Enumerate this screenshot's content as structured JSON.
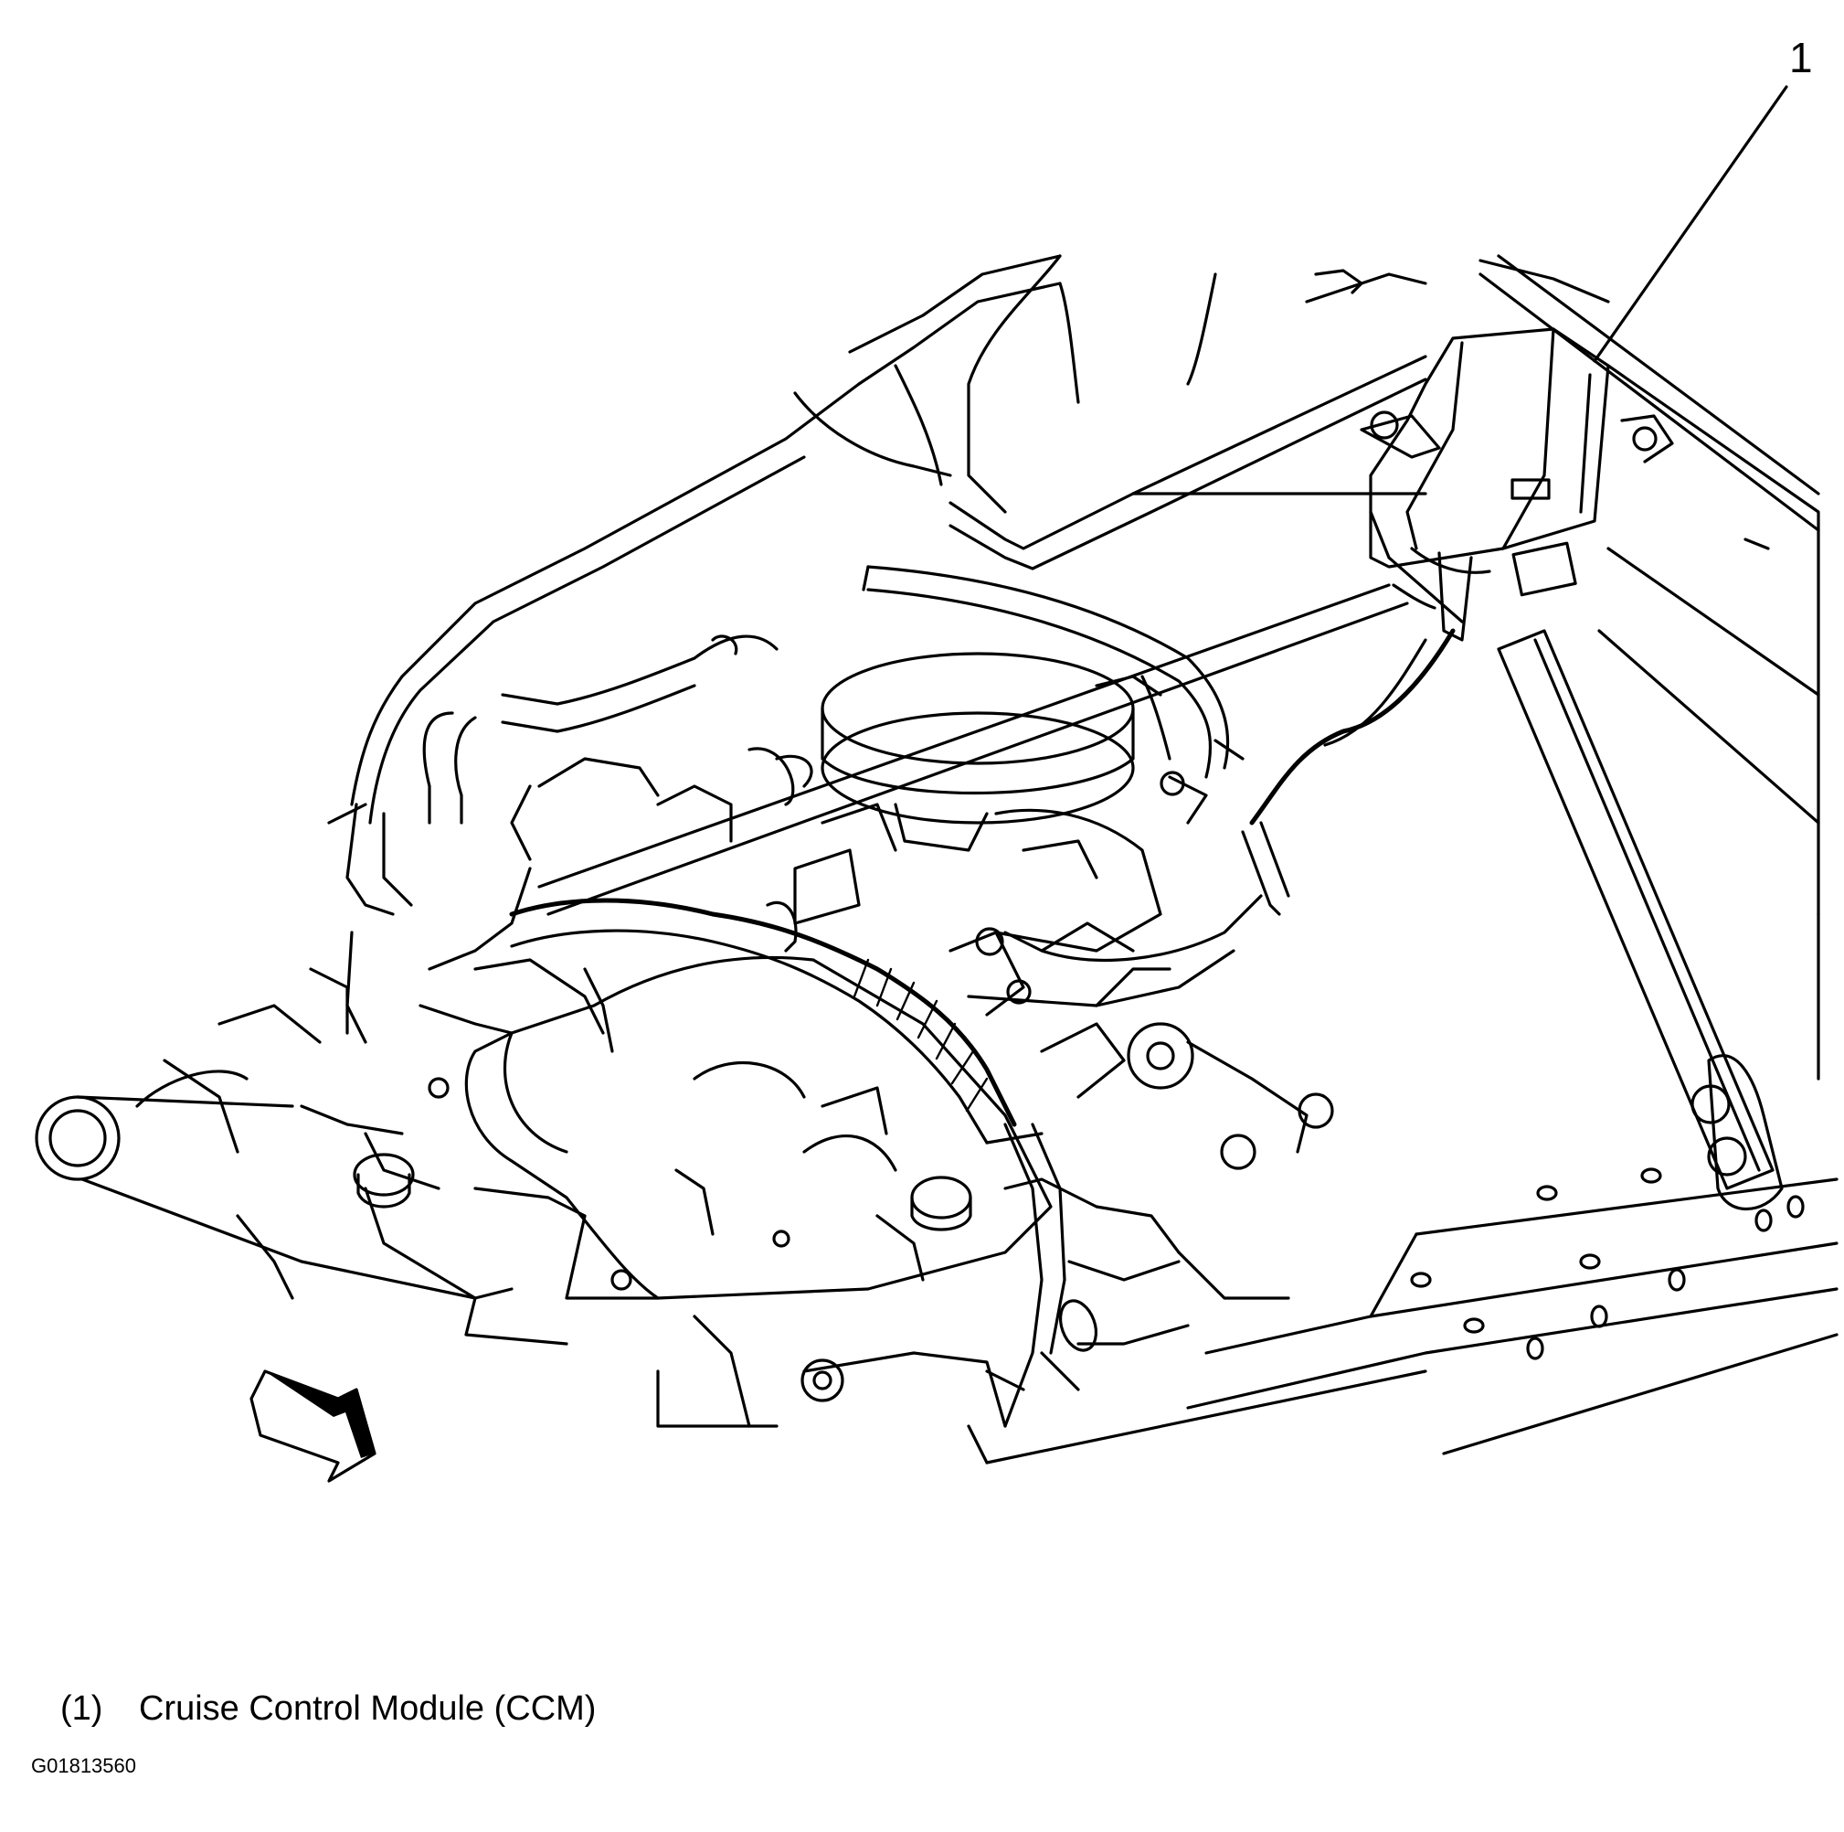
{
  "callouts": [
    {
      "number": "1"
    }
  ],
  "legend": [
    {
      "number": "(1)",
      "text": "Cruise Control Module (CCM)"
    }
  ],
  "figure_id": "G01813560",
  "colors": {
    "line": "#000000",
    "background": "#ffffff"
  },
  "icons": {
    "direction_arrow": "front-direction-arrow-icon"
  }
}
